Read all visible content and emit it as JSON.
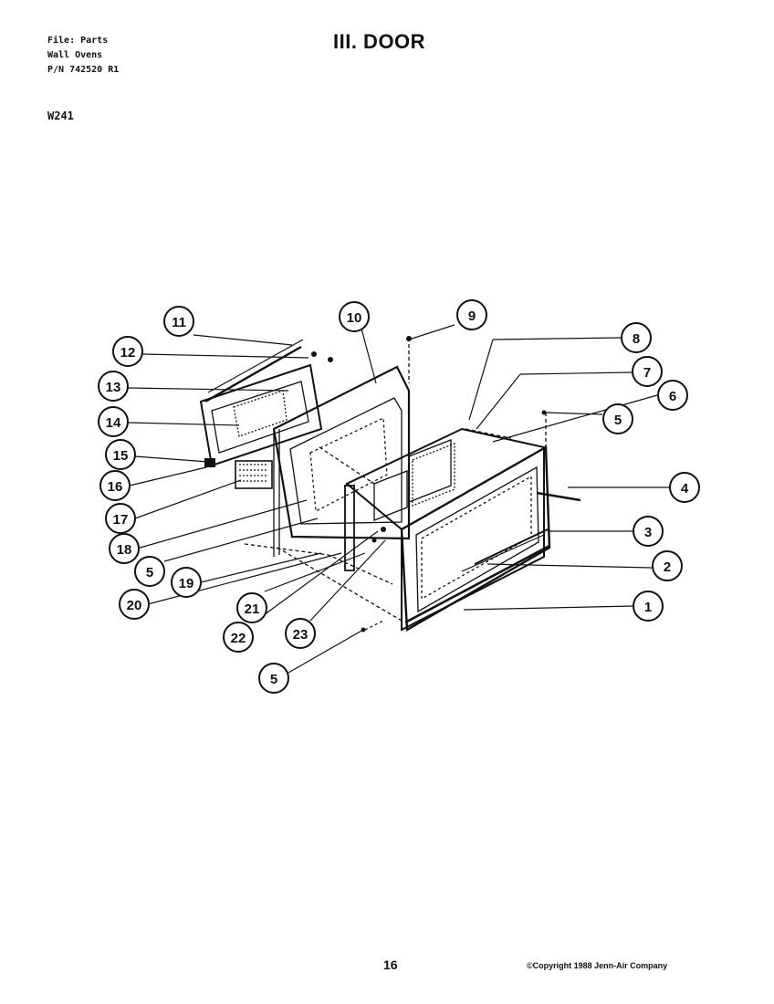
{
  "header": {
    "file_line": "File: Parts",
    "product_line": "Wall Ovens",
    "part_number_line": "P/N 742520 R1",
    "section_title": "III. DOOR",
    "model": "W241"
  },
  "callouts": [
    {
      "label": "11"
    },
    {
      "label": "10"
    },
    {
      "label": "9"
    },
    {
      "label": "12"
    },
    {
      "label": "8"
    },
    {
      "label": "13"
    },
    {
      "label": "7"
    },
    {
      "label": "6"
    },
    {
      "label": "14"
    },
    {
      "label": "5"
    },
    {
      "label": "15"
    },
    {
      "label": "16"
    },
    {
      "label": "4"
    },
    {
      "label": "17"
    },
    {
      "label": "3"
    },
    {
      "label": "18"
    },
    {
      "label": "2"
    },
    {
      "label": "5"
    },
    {
      "label": "19"
    },
    {
      "label": "20"
    },
    {
      "label": "21"
    },
    {
      "label": "1"
    },
    {
      "label": "22"
    },
    {
      "label": "23"
    },
    {
      "label": "5"
    }
  ],
  "footer": {
    "page_number": "16",
    "copyright": "©Copyright 1988 Jenn-Air Company"
  }
}
